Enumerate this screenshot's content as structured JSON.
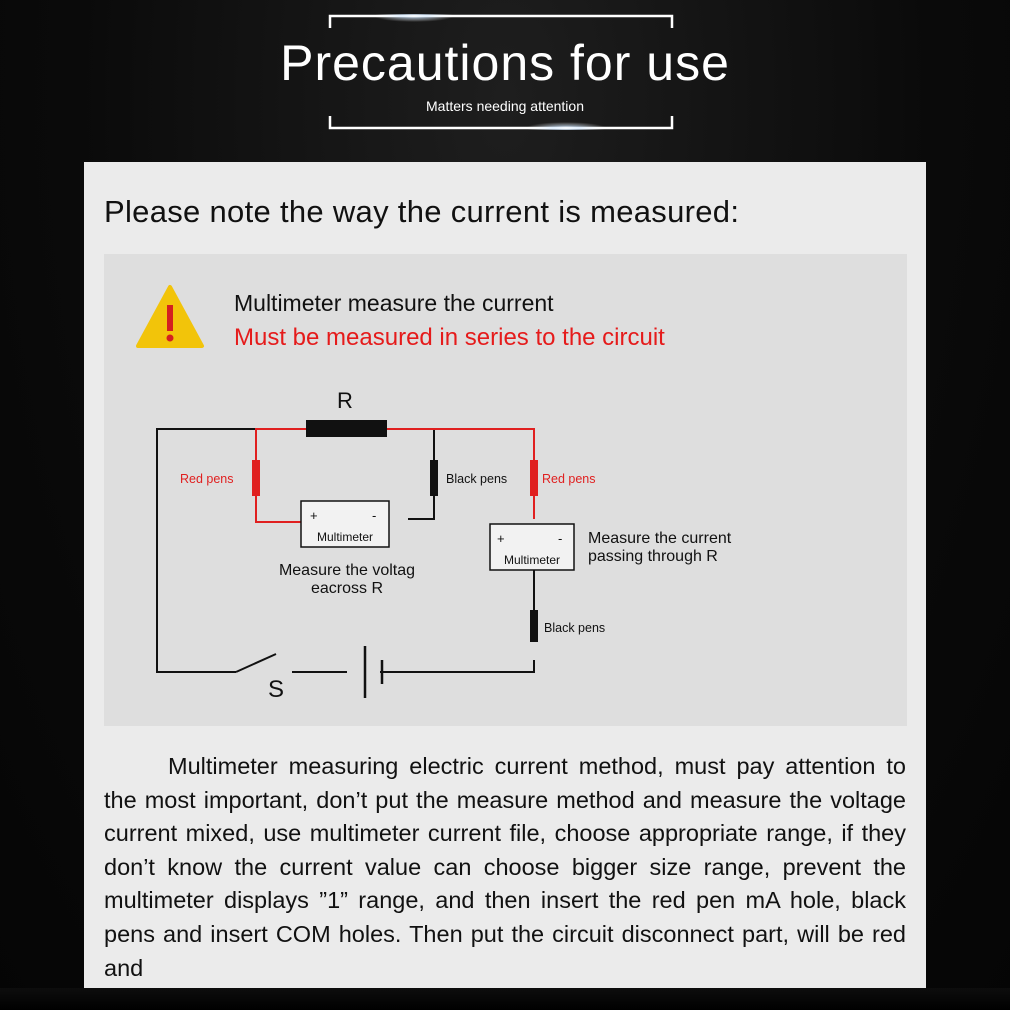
{
  "header": {
    "title": "Precautions for use",
    "subtitle": "Matters needing attention"
  },
  "panel": {
    "heading": "Please note the way the current is measured:",
    "warning": {
      "icon": "warning-triangle-icon",
      "title": "Multimeter measure the current",
      "rule": "Must be measured in series to the circuit",
      "rule_color": "#e51b1b"
    },
    "diagram": {
      "resistor_label": "R",
      "switch_label": "S",
      "voltage_meter": {
        "plus": "+",
        "minus": "-",
        "label": "Multimeter",
        "red_pen": "Red pens",
        "black_pen": "Black pens",
        "caption_line1": "Measure the voltag",
        "caption_line2": "eacross R"
      },
      "current_meter": {
        "plus": "+",
        "minus": "-",
        "label": "Multimeter",
        "red_pen": "Red pens",
        "black_pen": "Black pens",
        "caption_line1": "Measure the current",
        "caption_line2": "passing through R"
      },
      "colors": {
        "red_wire": "#e02020",
        "black_wire": "#111111"
      }
    },
    "body_text": "Multimeter measuring electric current method, must pay attention to the most important, don’t put the measure method and measure the voltage current mixed, use multimeter current file, choose appropriate range, if they don’t know the current value can choose bigger size range, prevent the multimeter displays ”1” range, and then insert the red pen mA hole, black pens and insert COM holes. Then put the circuit disconnect part, will be red and"
  }
}
